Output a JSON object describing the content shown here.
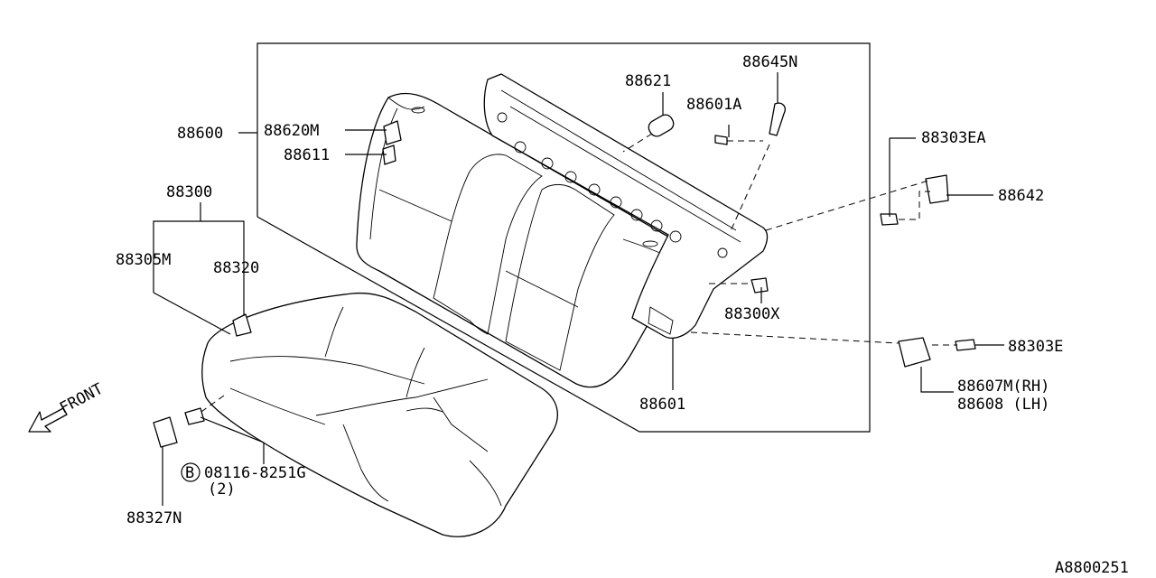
{
  "diagram_code": "A8800251",
  "front_label": "FRONT",
  "labels": {
    "p88600": "88600",
    "p88620M": "88620M",
    "p88611": "88611",
    "p88300": "88300",
    "p88305M": "88305M",
    "p88320": "88320",
    "p88621": "88621",
    "p88645N": "88645N",
    "p88601A": "88601A",
    "p88303EA": "88303EA",
    "p88642": "88642",
    "p88300X": "88300X",
    "p88303E": "88303E",
    "p88607M": "88607M(RH)",
    "p88608": "88608  (LH)",
    "p88601": "88601",
    "bolt_code": "08116-8251G",
    "bolt_qty": "(2)",
    "bolt_marker": "B",
    "p88327N": "88327N"
  }
}
